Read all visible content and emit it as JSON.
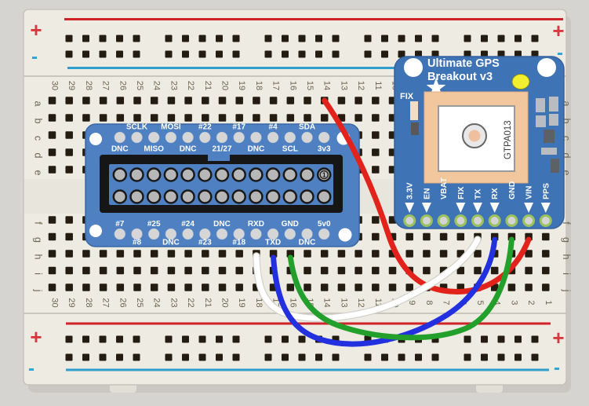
{
  "scene": {
    "background_color": "#d6d4d1"
  },
  "breadboard": {
    "body_color": "#eeebe3",
    "edge_color": "#c6c3ba",
    "shadow_color": "#bcb9b1",
    "hole_color": "#241c11",
    "label_color": "#6e6550",
    "rails": {
      "plus_label": "+",
      "minus_label": "-",
      "red_line_color": "#cd2329",
      "blue_line_color": "#2f9ecd",
      "plus_color": "#d8383f",
      "minus_color": "#2aa4d6"
    },
    "column_numbers": [
      "30",
      "29",
      "28",
      "27",
      "26",
      "25",
      "24",
      "23",
      "22",
      "21",
      "20",
      "19",
      "18",
      "17",
      "16",
      "15",
      "14",
      "13",
      "12",
      "11",
      "10",
      "9",
      "8",
      "7",
      "6",
      "5",
      "4",
      "3",
      "2",
      "1"
    ],
    "row_letters_top": [
      "a",
      "b",
      "c",
      "d",
      "e"
    ],
    "row_letters_bottom": [
      "f",
      "g",
      "h",
      "i",
      "j"
    ]
  },
  "cobbler": {
    "board_color": "#4e80c2",
    "board_edge_color": "#3a68a6",
    "label_color": "#ffffff",
    "pin_color": "#d6d6d6",
    "mount_hole_color": "#ffffff",
    "connector_color": "#161616",
    "connector_hole_color": "#b7b7b7",
    "pin1_label": "1",
    "top_row_pins": [
      {
        "label": "DNC",
        "side": "below"
      },
      {
        "label": "SCLK",
        "side": "above"
      },
      {
        "label": "MISO",
        "side": "below"
      },
      {
        "label": "MOSI",
        "side": "above"
      },
      {
        "label": "DNC",
        "side": "below"
      },
      {
        "label": "#22",
        "side": "above"
      },
      {
        "label": "21/27",
        "side": "below"
      },
      {
        "label": "#17",
        "side": "above"
      },
      {
        "label": "DNC",
        "side": "below"
      },
      {
        "label": "#4",
        "side": "above"
      },
      {
        "label": "SCL",
        "side": "below"
      },
      {
        "label": "SDA",
        "side": "above"
      },
      {
        "label": "3v3",
        "side": "below"
      }
    ],
    "bottom_row_pins": [
      {
        "label": "#7",
        "side": "above"
      },
      {
        "label": "#8",
        "side": "below"
      },
      {
        "label": "#25",
        "side": "above"
      },
      {
        "label": "DNC",
        "side": "below"
      },
      {
        "label": "#24",
        "side": "above"
      },
      {
        "label": "#23",
        "side": "below"
      },
      {
        "label": "DNC",
        "side": "above"
      },
      {
        "label": "#18",
        "side": "below"
      },
      {
        "label": "RXD",
        "side": "above"
      },
      {
        "label": "TXD",
        "side": "below"
      },
      {
        "label": "GND",
        "side": "above"
      },
      {
        "label": "DNC",
        "side": "below"
      },
      {
        "label": "5v0",
        "side": "above"
      }
    ]
  },
  "gps": {
    "title_line1": "Ultimate GPS",
    "title_line2": "Breakout v3",
    "board_color": "#3e73b6",
    "board_edge_color": "#34619c",
    "label_color": "#ffffff",
    "mount_hole_color": "#ffffff",
    "antenna_color": "#f2c79d",
    "antenna_edge_color": "#e2ad83",
    "module_color": "#ffffff",
    "module_edge_color": "#9a9a9a",
    "module_label": "GTPA013",
    "fix_label": "FIX",
    "fix_pad_color": "#f3ddc4",
    "fix_chip_color": "#585858",
    "led_color": "#f2ee30",
    "star_color": "#ffffff",
    "pin_ring_color": "#9cc25e",
    "pin_hole_color": "#d4d4d4",
    "component_light": "#b9bcc0",
    "component_dark": "#5d6165",
    "pins": [
      {
        "label": "3.3V",
        "arrow": true
      },
      {
        "label": "EN",
        "arrow": true
      },
      {
        "label": "VBAT",
        "arrow": false
      },
      {
        "label": "FIX",
        "arrow": true
      },
      {
        "label": "TX",
        "arrow": true
      },
      {
        "label": "RX",
        "arrow": true
      },
      {
        "label": "GND",
        "arrow": false
      },
      {
        "label": "VIN",
        "arrow": true
      },
      {
        "label": "PPS",
        "arrow": true
      }
    ]
  },
  "wires": [
    {
      "name": "red-wire",
      "color": "#e2231c",
      "from": "cobbler-3v3-column",
      "to": "gps-vin"
    },
    {
      "name": "white-wire",
      "color": "#ffffff",
      "from": "cobbler-rxd-column",
      "to": "gps-tx"
    },
    {
      "name": "blue-wire",
      "color": "#2230e0",
      "from": "cobbler-txd-column",
      "to": "gps-rx"
    },
    {
      "name": "green-wire",
      "color": "#23a02c",
      "from": "cobbler-gnd-column",
      "to": "gps-gnd"
    }
  ]
}
